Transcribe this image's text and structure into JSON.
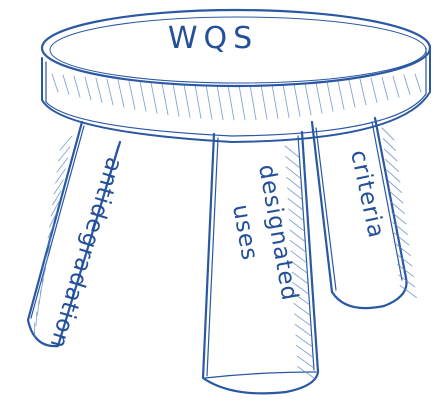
{
  "diagram": {
    "seat": {
      "label": "WQS"
    },
    "legs": {
      "left": {
        "label": "antidegradation"
      },
      "middle": {
        "line1": "designated",
        "line2": "uses"
      },
      "right": {
        "label": "criteria"
      }
    },
    "colors": {
      "ink": "#2b58a3",
      "shade": "#5b86c6",
      "background": "#ffffff"
    }
  }
}
